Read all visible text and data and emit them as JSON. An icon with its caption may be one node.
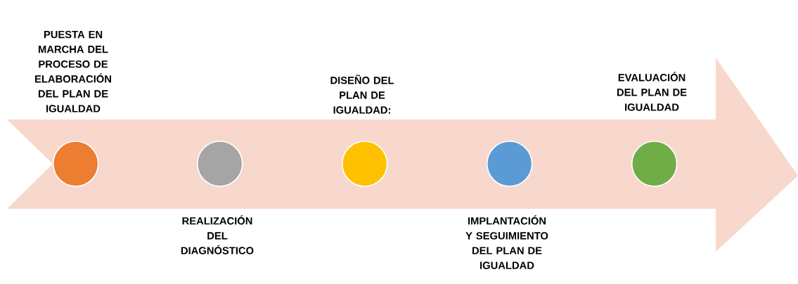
{
  "diagram": {
    "nodes": [
      {
        "text": [],
        "shape": "arrow"
      },
      {
        "text": [],
        "shape": "circle",
        "in": 0,
        "beside": [
          "PUESTA EN MARCHA DEL PROCESO DE ELABORACIÓN DEL PLAN DE IGUALDAD"
        ]
      },
      {
        "text": [],
        "shape": "circle",
        "in": 0,
        "beside": [
          "REALIZACIÓN DEL DIAGNÓSTICO"
        ]
      },
      {
        "text": [],
        "shape": "circle",
        "in": 0,
        "beside": [
          "DISEÑO DEL PLAN DE IGUALDAD:"
        ]
      },
      {
        "text": [],
        "shape": "circle",
        "in": 0,
        "beside": [
          "IMPLANTACIÓN Y SEGUIMIENTO DEL PLAN DE IGUALDAD"
        ]
      },
      {
        "text": [],
        "shape": "circle",
        "in": 0,
        "beside": [
          "EVALUACIÓN DEL PLAN DE IGUALDAD"
        ]
      }
    ]
  }
}
